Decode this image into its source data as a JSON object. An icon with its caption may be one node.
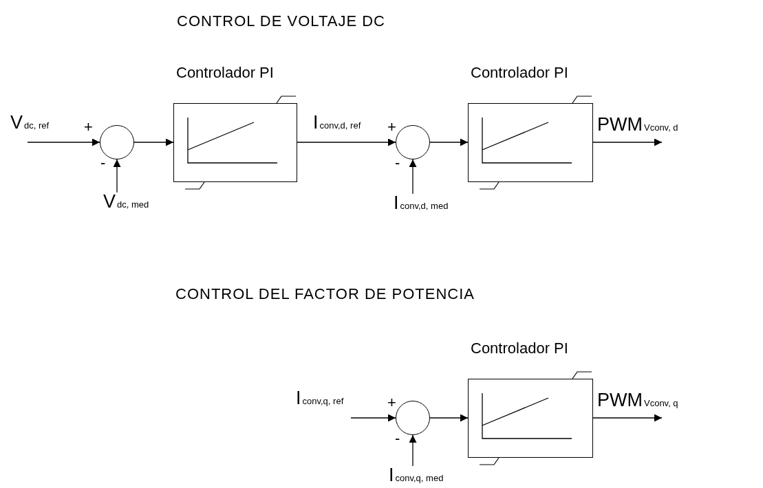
{
  "diagram": {
    "nodes": [
      {
        "text": [
          "V$_{dc, ref}$"
        ]
      },
      {
        "text": [],
        "shape": "circle",
        "beside": [
          "+",
          "-"
        ]
      },
      {
        "text": [
          "Controlador PI"
        ]
      },
      {
        "text": [
          "V$_{dc, med}$"
        ]
      },
      {
        "text": [],
        "shape": "circle",
        "beside": [
          "+",
          "-"
        ]
      },
      {
        "text": [
          "Controlador PI"
        ]
      },
      {
        "text": [
          "PWM$_{Vconv, d}$"
        ]
      },
      {
        "text": [
          "I$_{conv,d, med}$"
        ]
      },
      {
        "text": [
          "I$_{conv,q, ref}$"
        ]
      },
      {
        "text": [],
        "shape": "circle",
        "beside": [
          "+",
          "-"
        ]
      },
      {
        "text": [
          "Controlador PI"
        ]
      },
      {
        "text": [
          "PWM$_{Vconv, q}$"
        ]
      },
      {
        "text": [
          "I$_{conv,q, med}$"
        ]
      }
    ],
    "edges": [
      {
        "from": 0,
        "to": 1,
        "arrow": "to"
      },
      {
        "from": 3,
        "to": 1,
        "arrow": "to"
      },
      {
        "from": 1,
        "to": 2,
        "arrow": "to"
      },
      {
        "from": 2,
        "to": 4,
        "arrow": "to",
        "label": "I$_{conv,d, ref}$"
      },
      {
        "from": 7,
        "to": 4,
        "arrow": "to"
      },
      {
        "from": 4,
        "to": 5,
        "arrow": "to"
      },
      {
        "from": 5,
        "to": 6,
        "arrow": "to"
      },
      {
        "from": 8,
        "to": 9,
        "arrow": "to"
      },
      {
        "from": 12,
        "to": 9,
        "arrow": "to"
      },
      {
        "from": 9,
        "to": 10,
        "arrow": "to"
      },
      {
        "from": 10,
        "to": 11,
        "arrow": "to"
      }
    ],
    "labels": [
      "CONTROL DE VOLTAJE DC",
      "CONTROL DEL FACTOR DE POTENCIA"
    ]
  }
}
